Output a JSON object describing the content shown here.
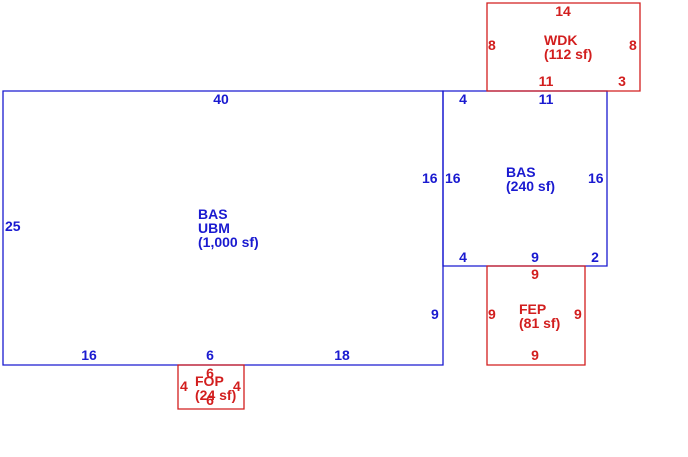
{
  "colors": {
    "building": "#1a1ad0",
    "addition": "#d21e1e",
    "background": "#ffffff"
  },
  "areas": {
    "main": {
      "code": "BAS",
      "code2": "UBM",
      "area": "(1,000 sf)",
      "dims": {
        "top": "40",
        "left": "25",
        "right_upper": "16",
        "right_lower": "9",
        "bottom_left": "16",
        "bottom_mid": "6",
        "bottom_right": "18"
      }
    },
    "side": {
      "code": "BAS",
      "area": "(240 sf)",
      "dims": {
        "top_left": "4",
        "top": "11",
        "left": "16",
        "right": "16",
        "bottom_left": "4",
        "bottom": "9",
        "bottom_right": "2"
      }
    },
    "wdk": {
      "code": "WDK",
      "area": "(112 sf)",
      "dims": {
        "top": "14",
        "left": "8",
        "right": "8",
        "bottom": "11",
        "bottom_right": "3"
      }
    },
    "fep": {
      "code": "FEP",
      "area": "(81 sf)",
      "dims": {
        "top": "9",
        "left": "9",
        "right": "9",
        "bottom": "9"
      }
    },
    "fop": {
      "code": "FOP",
      "area": "(24 sf)",
      "dims": {
        "top": "6",
        "left": "4",
        "right": "4",
        "bottom": "6"
      }
    }
  }
}
